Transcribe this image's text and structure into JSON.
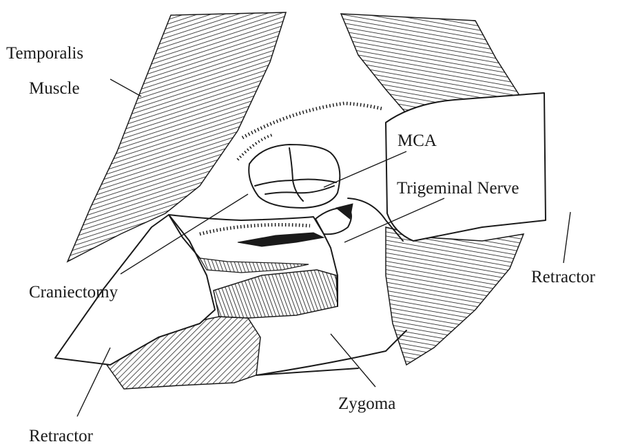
{
  "labels": {
    "temporalis_line1": "Temporalis",
    "temporalis_line2": "Muscle",
    "mca": "MCA",
    "trigeminal": "Trigeminal Nerve",
    "retractor_right": "Retractor",
    "craniectomy": "Craniectomy",
    "zygoma": "Zygoma",
    "retractor_left": "Retractor"
  },
  "colors": {
    "ink": "#1a1a1a",
    "paper": "#ffffff"
  }
}
